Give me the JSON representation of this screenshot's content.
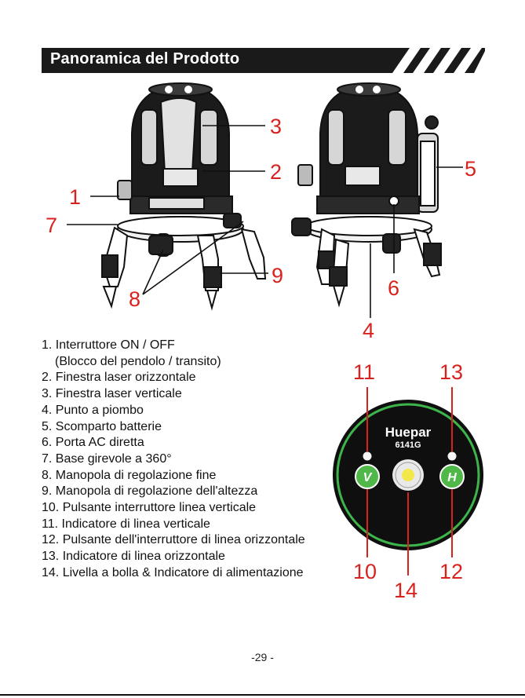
{
  "header": {
    "title": "Panoramica del Prodotto"
  },
  "callouts": {
    "c1": "1",
    "c2": "2",
    "c3": "3",
    "c4": "4",
    "c5": "5",
    "c6": "6",
    "c7": "7",
    "c8": "8",
    "c9": "9",
    "c10": "10",
    "c11": "11",
    "c12": "12",
    "c13": "13",
    "c14": "14"
  },
  "items": [
    {
      "text": "1. Interruttore ON / OFF"
    },
    {
      "text": "(Blocco del pendolo / transito)"
    },
    {
      "text": "2. Finestra laser orizzontale"
    },
    {
      "text": "3. Finestra laser verticale"
    },
    {
      "text": "4. Punto a piombo"
    },
    {
      "text": "5. Scomparto batterie"
    },
    {
      "text": "6. Porta AC diretta"
    },
    {
      "text": "7. Base girevole a 360°"
    },
    {
      "text": "8. Manopola di regolazione fine"
    },
    {
      "text": "9. Manopola di regolazione dell'altezza"
    },
    {
      "text": "10. Pulsante interruttore linea verticale"
    },
    {
      "text": "11. Indicatore di linea verticale"
    },
    {
      "text": "12. Pulsante dell'interruttore di linea orizzontale"
    },
    {
      "text": "13. Indicatore di linea orizzontale"
    },
    {
      "text": "14. Livella a bolla & Indicatore di alimentazione"
    }
  ],
  "panel": {
    "brand": "Huepar",
    "model": "6141G",
    "btn_v": "V",
    "btn_h": "H",
    "colors": {
      "ring": "#3db54a",
      "button": "#4fb848",
      "bubble": "#f2e84a",
      "body": "#0f0f0f"
    }
  },
  "footer": {
    "page": "-29 -"
  },
  "colors": {
    "callout": "#d9221e",
    "header": "#1a1a1a"
  }
}
